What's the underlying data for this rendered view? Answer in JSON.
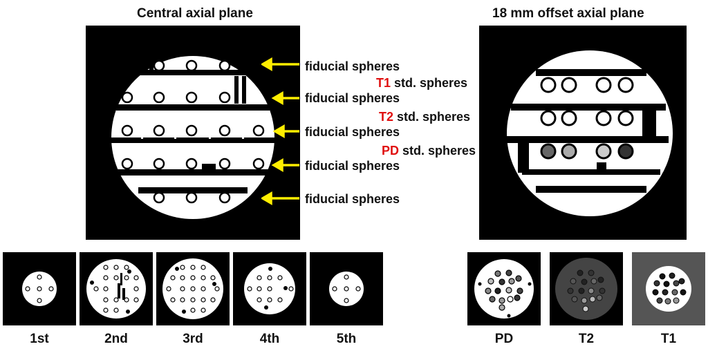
{
  "central": {
    "title": "Central axial plane",
    "labels": [
      "fiducial spheres",
      "fiducial spheres",
      "fiducial spheres",
      "fiducial spheres",
      "fiducial spheres"
    ]
  },
  "offset": {
    "title": "18 mm offset axial plane",
    "labels": [
      {
        "prefix": "T1",
        "suffix": " std. spheres"
      },
      {
        "prefix": "T2",
        "suffix": " std. spheres"
      },
      {
        "prefix": "PD",
        "suffix": " std. spheres"
      }
    ]
  },
  "slices": [
    "1st",
    "2nd",
    "3rd",
    "4th",
    "5th"
  ],
  "contrasts": [
    "PD",
    "T2",
    "T1"
  ],
  "colors": {
    "arrow": "#ffee00",
    "highlight": "#e01010"
  }
}
